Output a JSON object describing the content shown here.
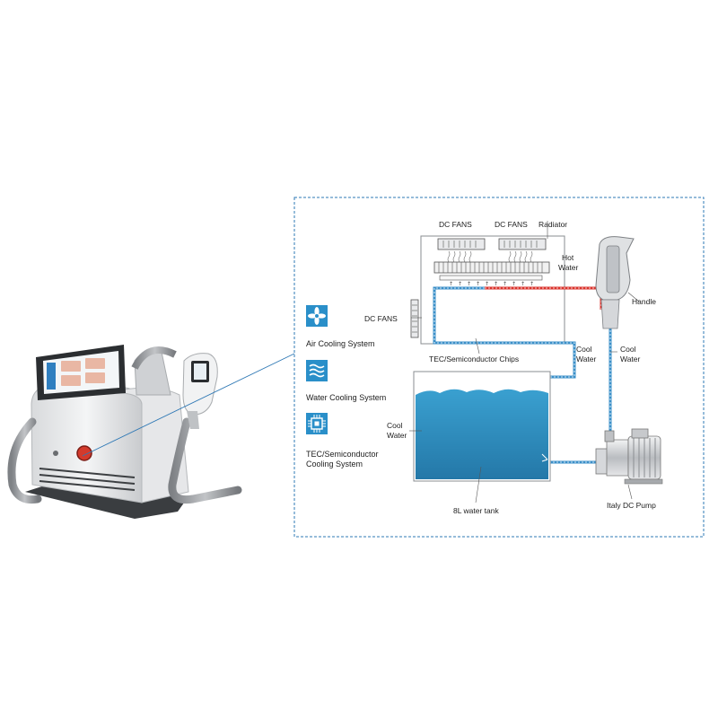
{
  "legend": {
    "air": "Air Cooling System",
    "water": "Water Cooling System",
    "tec_line1": "TEC/Semiconductor",
    "tec_line2": "Cooling System",
    "air_icon": "fan-icon",
    "water_icon": "waves-icon",
    "tec_icon": "chip-icon",
    "icon_color": "#2a8fc9"
  },
  "diagram": {
    "dc_fans_top_left": "DC FANS",
    "dc_fans_top_right": "DC FANS",
    "radiator": "Radiator",
    "hot_water_1": "Hot",
    "hot_water_2": "Water",
    "dc_fans_side": "DC FANS",
    "handle": "Handle",
    "tec_chips": "TEC/Semiconductor Chips",
    "cool_water_mid_1": "Cool",
    "cool_water_mid_2": "Water",
    "cool_water_right_1": "Cool",
    "cool_water_right_2": "Water",
    "cool_water_tank_1": "Cool",
    "cool_water_tank_2": "Water",
    "tank_label": "8L water tank",
    "pump_label": "Italy DC Pump",
    "colors": {
      "hot": "#d9322b",
      "cool": "#3a8fc8",
      "tank": "#2e8fc0",
      "frame": "#2e78b5"
    }
  }
}
